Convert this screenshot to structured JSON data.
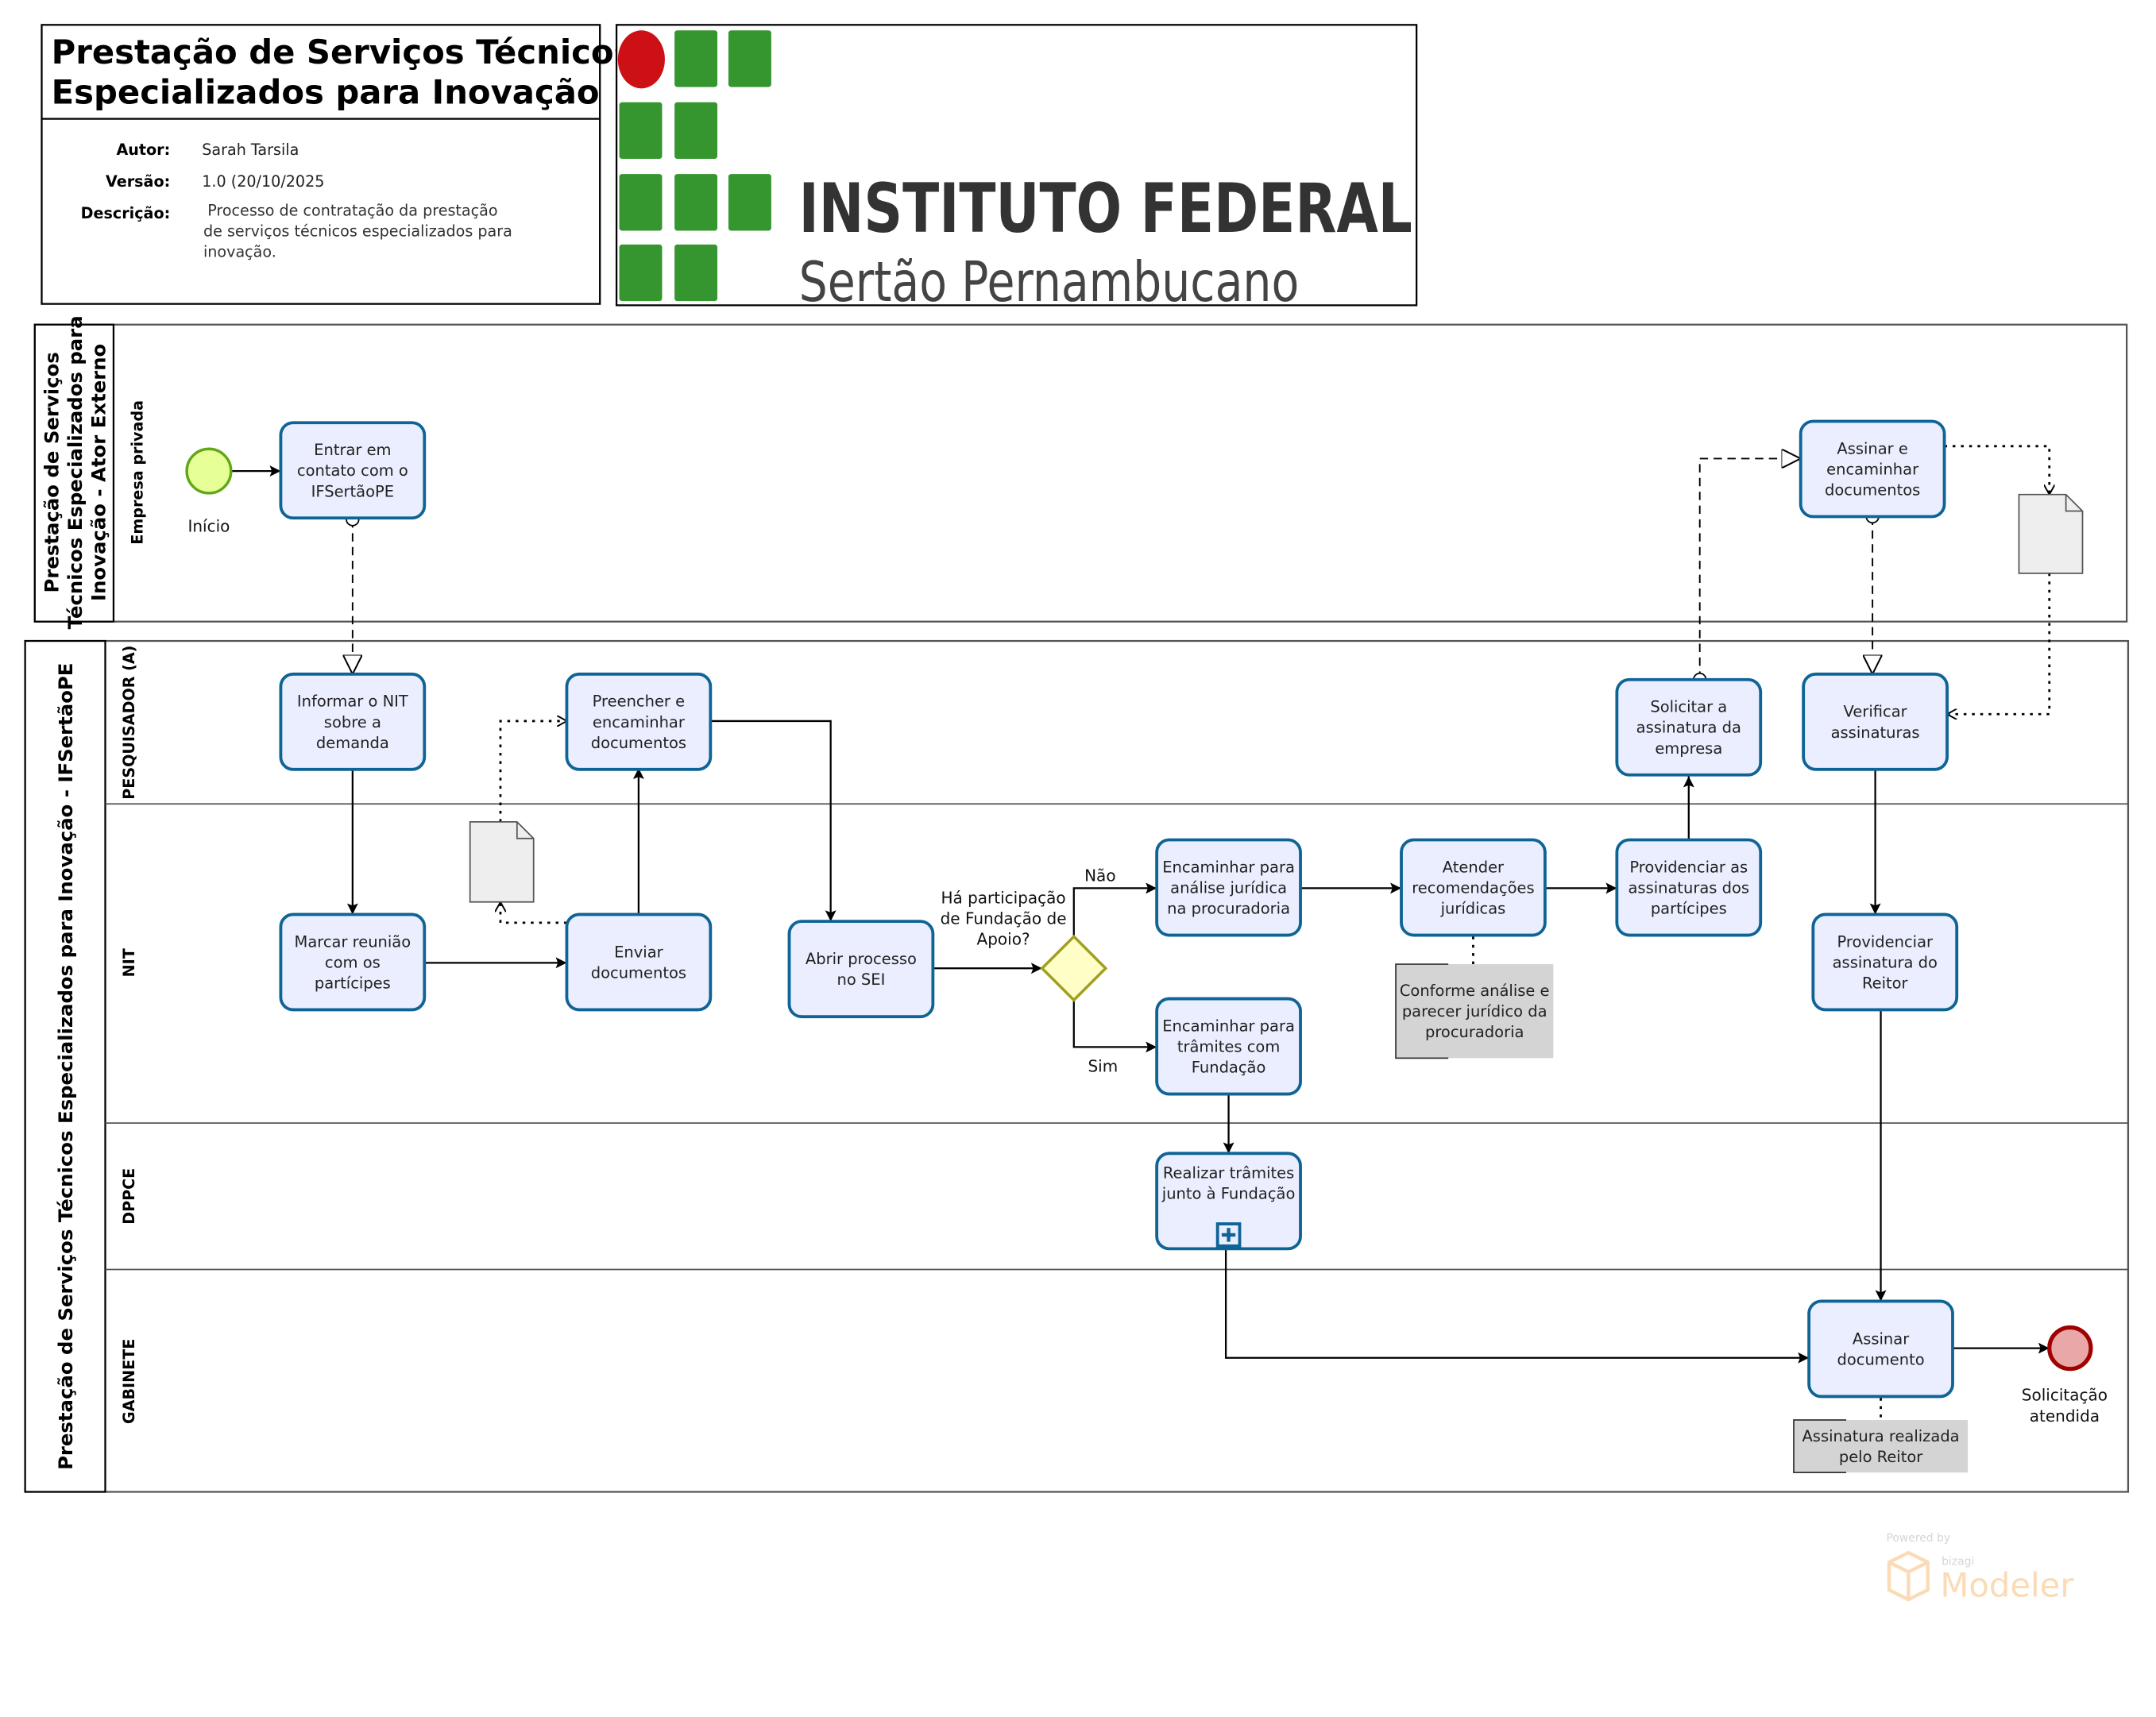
{
  "header": {
    "title_lines": [
      "Prestação de Serviços Técnicos",
      "Especializados para Inovação"
    ],
    "author_label": "Autor:",
    "author": "Sarah Tarsila",
    "version_label": "Versão:",
    "version": "1.0 (20/10/2025",
    "description_label": "Descrição:",
    "description_lines": [
      "Processo de contratação da prestação",
      "de serviços técnicos especializados para",
      "inovação."
    ]
  },
  "logo": {
    "line1": "INSTITUTO FEDERAL",
    "line2": "Sertão Pernambucano",
    "colors": {
      "red": "#cc1016",
      "green": "#35962f"
    }
  },
  "pools": {
    "external": {
      "title_lines": [
        "Prestação de Serviços",
        "Técnicos Especializados para",
        "Inovação - Ator Externo"
      ],
      "lane": "Empresa privada"
    },
    "internal": {
      "title": "Prestação de Serviços Técnicos Especializados para Inovação - IFSertãoPE",
      "lanes": [
        "PESQUISADOR (A)",
        "NIT",
        "DPPCE",
        "GABINETE"
      ]
    }
  },
  "tasks": [
    {
      "id": "t1",
      "lines": [
        "Entrar em",
        "contato com o",
        "IFSertãoPE"
      ]
    },
    {
      "id": "t2",
      "lines": [
        "Informar o NIT",
        "sobre a",
        "demanda"
      ]
    },
    {
      "id": "t3",
      "lines": [
        "Preencher e",
        "encaminhar",
        "documentos"
      ]
    },
    {
      "id": "t4",
      "lines": [
        "Marcar reunião",
        "com os",
        "partícipes"
      ]
    },
    {
      "id": "t5",
      "lines": [
        "Enviar",
        "documentos"
      ]
    },
    {
      "id": "t6",
      "lines": [
        "Abrir processo",
        "no SEI"
      ]
    },
    {
      "id": "t7",
      "lines": [
        "Encaminhar para",
        "análise jurídica",
        "na procuradoria"
      ]
    },
    {
      "id": "t8",
      "lines": [
        "Encaminhar para",
        "trâmites com",
        "Fundação"
      ]
    },
    {
      "id": "t9",
      "lines": [
        "Atender",
        "recomendações",
        "jurídicas"
      ]
    },
    {
      "id": "t10",
      "lines": [
        "Providenciar as",
        "assinaturas dos",
        "partícipes"
      ]
    },
    {
      "id": "t11",
      "lines": [
        "Solicitar a",
        "assinatura da",
        "empresa"
      ]
    },
    {
      "id": "t12",
      "lines": [
        "Assinar e",
        "encaminhar",
        "documentos"
      ]
    },
    {
      "id": "t13",
      "lines": [
        "Verificar",
        "assinaturas"
      ]
    },
    {
      "id": "t14",
      "lines": [
        "Providenciar",
        "assinatura do",
        "Reitor"
      ]
    },
    {
      "id": "t15",
      "lines": [
        "Realizar trâmites",
        "junto à Fundação"
      ]
    },
    {
      "id": "t16",
      "lines": [
        "Assinar",
        "documento"
      ]
    }
  ],
  "events": {
    "start": {
      "label": "Início",
      "color": "#e6ff97"
    },
    "end": {
      "label_lines": [
        "Solicitação",
        "atendida"
      ],
      "color": "#eaa7a8"
    }
  },
  "gateway": {
    "question_lines": [
      "Há participação",
      "de Fundação de",
      "Apoio?"
    ],
    "no": "Não",
    "yes": "Sim"
  },
  "annotations": [
    {
      "id": "a1",
      "lines": [
        "Conforme análise e",
        "parecer jurídico da",
        "procuradoria"
      ]
    },
    {
      "id": "a2",
      "lines": [
        "Assinatura realizada",
        "pelo Reitor"
      ]
    }
  ],
  "watermark": {
    "powered": "Powered by",
    "brand": "bizagi",
    "product": "Modeler"
  }
}
